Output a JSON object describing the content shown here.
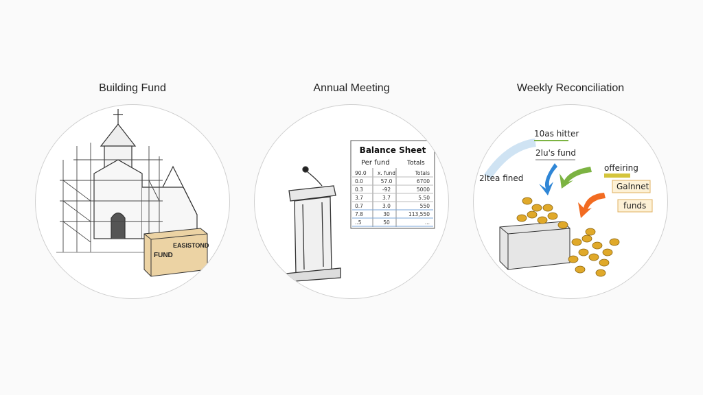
{
  "panels": [
    {
      "title": "Building Fund",
      "crate_labels": [
        "FUND",
        "EASISTOND"
      ]
    },
    {
      "title": "Annual Meeting",
      "balance_sheet": {
        "title": "Balance Sheet",
        "headers": [
          "Per fund",
          "Totals"
        ],
        "rows": [
          [
            "90.0",
            "x. fund",
            "Totals"
          ],
          [
            "0.0",
            "57.0",
            "6700"
          ],
          [
            "0.3",
            "-92",
            "5000"
          ],
          [
            "3.7",
            "3.7",
            "5.50"
          ],
          [
            "0.7",
            "3.0",
            "550"
          ],
          [
            "7.8",
            "30",
            "113,550"
          ],
          [
            "..5",
            "50",
            "..."
          ]
        ]
      }
    },
    {
      "title": "Weekly Reconciliation",
      "labels": [
        "10as hitter",
        "2lu's fund",
        "2ltea fined",
        "offeiring",
        "Galnnet",
        "funds"
      ],
      "arrow_colors": {
        "blue": "#2f86d6",
        "green": "#7cb342",
        "orange": "#f26b21"
      }
    }
  ]
}
